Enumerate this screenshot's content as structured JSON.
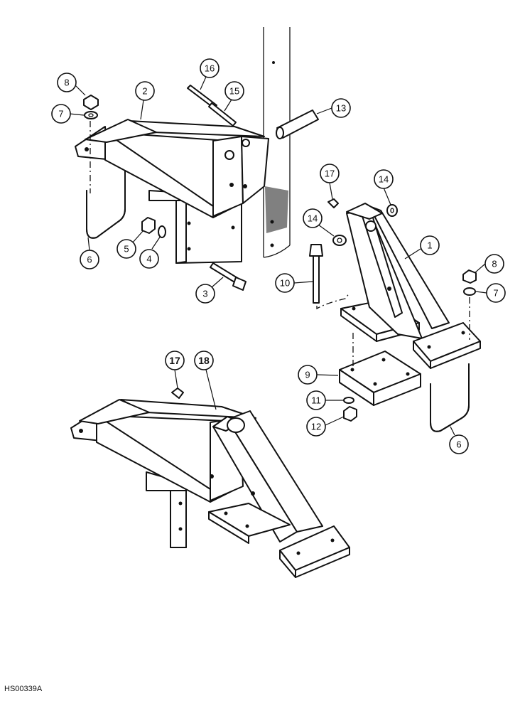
{
  "figure": {
    "reference_code": "HS00339A"
  },
  "callouts": [
    {
      "id": "c8a",
      "label": "8"
    },
    {
      "id": "c7a",
      "label": "7"
    },
    {
      "id": "c2",
      "label": "2"
    },
    {
      "id": "c16",
      "label": "16"
    },
    {
      "id": "c15",
      "label": "15"
    },
    {
      "id": "c13",
      "label": "13"
    },
    {
      "id": "c6a",
      "label": "6"
    },
    {
      "id": "c5",
      "label": "5"
    },
    {
      "id": "c4",
      "label": "4"
    },
    {
      "id": "c3",
      "label": "3"
    },
    {
      "id": "c17a",
      "label": "17"
    },
    {
      "id": "c14a",
      "label": "14"
    },
    {
      "id": "c14b",
      "label": "14"
    },
    {
      "id": "c1",
      "label": "1"
    },
    {
      "id": "c10",
      "label": "10"
    },
    {
      "id": "c8b",
      "label": "8"
    },
    {
      "id": "c7b",
      "label": "7"
    },
    {
      "id": "c9",
      "label": "9"
    },
    {
      "id": "c11",
      "label": "11"
    },
    {
      "id": "c12",
      "label": "12"
    },
    {
      "id": "c6b",
      "label": "6"
    },
    {
      "id": "c17b",
      "label": "17"
    },
    {
      "id": "c18",
      "label": "18"
    }
  ]
}
